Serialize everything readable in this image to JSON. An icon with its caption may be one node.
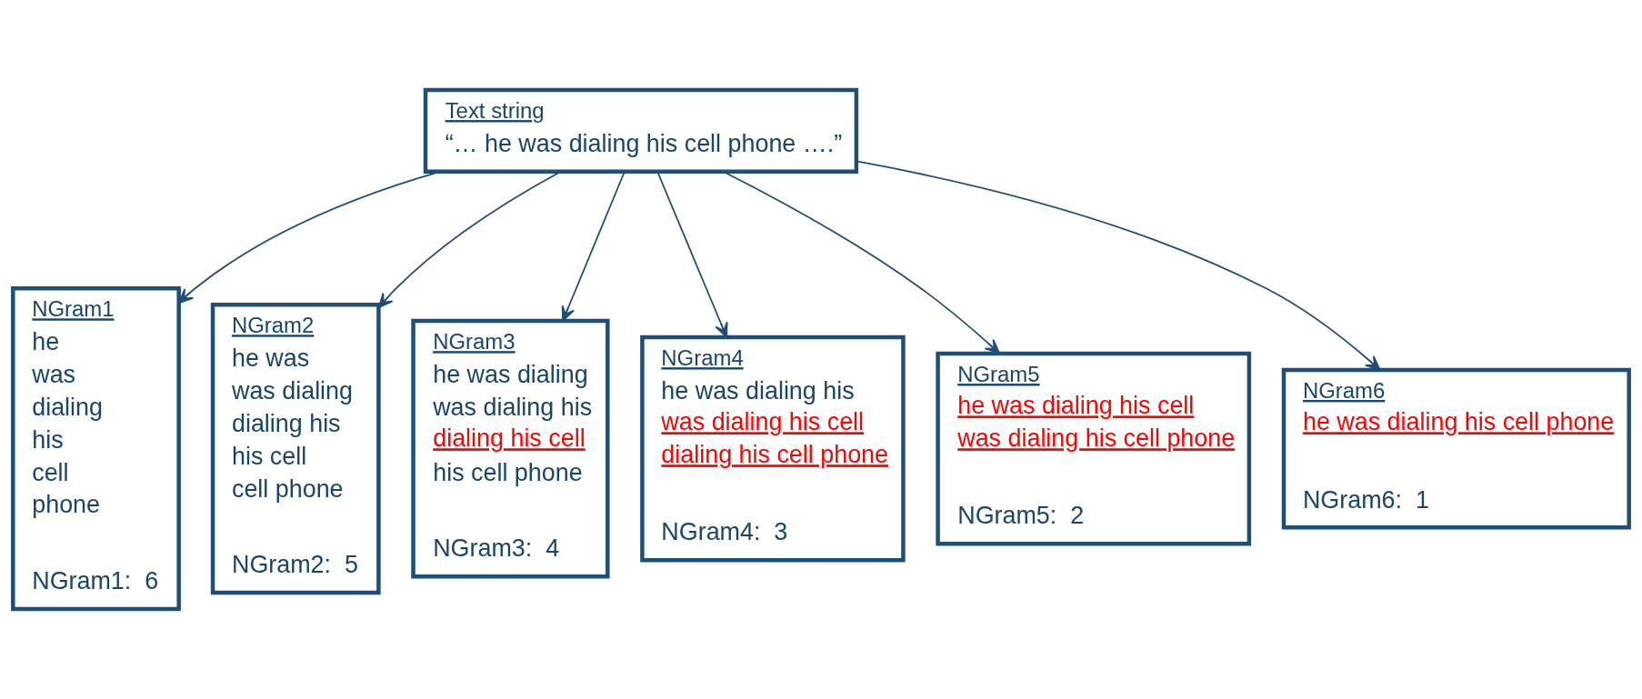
{
  "diagram": {
    "nodes": [
      {
        "text": [
          "Text string",
          "“… he was dialing his cell phone ….”"
        ]
      },
      {
        "text": [
          "NGram1",
          "he",
          "was",
          "dialing",
          "his",
          "cell",
          "phone",
          "NGram1:  6"
        ]
      },
      {
        "text": [
          "NGram2",
          "he was",
          "was dialing",
          "dialing his",
          "his cell",
          "cell phone",
          "NGram2:  5"
        ]
      },
      {
        "text": [
          "NGram3",
          "he was dialing",
          "was dialing his",
          "dialing his cell",
          "his cell phone",
          "NGram3:  4"
        ]
      },
      {
        "text": [
          "NGram4",
          "he was dialing his",
          "was dialing his cell",
          "dialing his cell phone",
          "NGram4:  3"
        ]
      },
      {
        "text": [
          "NGram5",
          "he was dialing his cell",
          "was dialing his cell phone",
          "NGram5:  2"
        ]
      },
      {
        "text": [
          "NGram6",
          "he was dialing his cell phone",
          "NGram6:  1"
        ]
      }
    ],
    "edges": [
      {
        "from": 0,
        "to": 1,
        "arrow": "to"
      },
      {
        "from": 0,
        "to": 2,
        "arrow": "to"
      },
      {
        "from": 0,
        "to": 3,
        "arrow": "to"
      },
      {
        "from": 0,
        "to": 4,
        "arrow": "to"
      },
      {
        "from": 0,
        "to": 5,
        "arrow": "to"
      },
      {
        "from": 0,
        "to": 6,
        "arrow": "to"
      }
    ]
  }
}
